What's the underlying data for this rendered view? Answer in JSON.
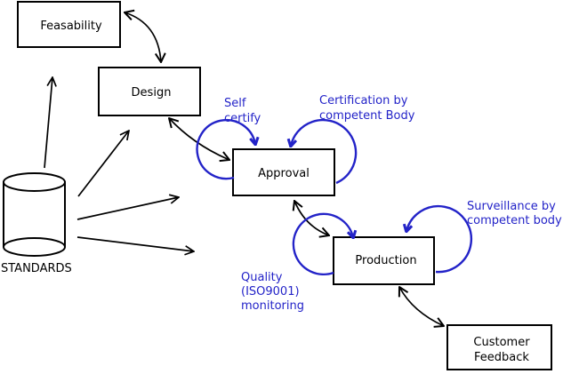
{
  "nodes": {
    "feasability": {
      "label": "Feasability"
    },
    "design": {
      "label": "Design"
    },
    "approval": {
      "label": "Approval"
    },
    "production": {
      "label": "Production"
    },
    "customer_feedback": {
      "line1": "Customer",
      "line2": "Feedback"
    },
    "standards": {
      "label": "STANDARDS"
    }
  },
  "annotations": {
    "self_certify": {
      "line1": "Self",
      "line2": "certify"
    },
    "certification": {
      "line1": "Certification by",
      "line2": "competent Body"
    },
    "surveillance": {
      "line1": "Surveillance by",
      "line2": "competent body"
    },
    "quality": {
      "line1": "Quality",
      "line2": "(ISO9001)",
      "line3": "monitoring"
    }
  },
  "colors": {
    "annotation_blue": "#2323C8",
    "diagram_black": "#000000",
    "background": "#FFFFFF"
  }
}
